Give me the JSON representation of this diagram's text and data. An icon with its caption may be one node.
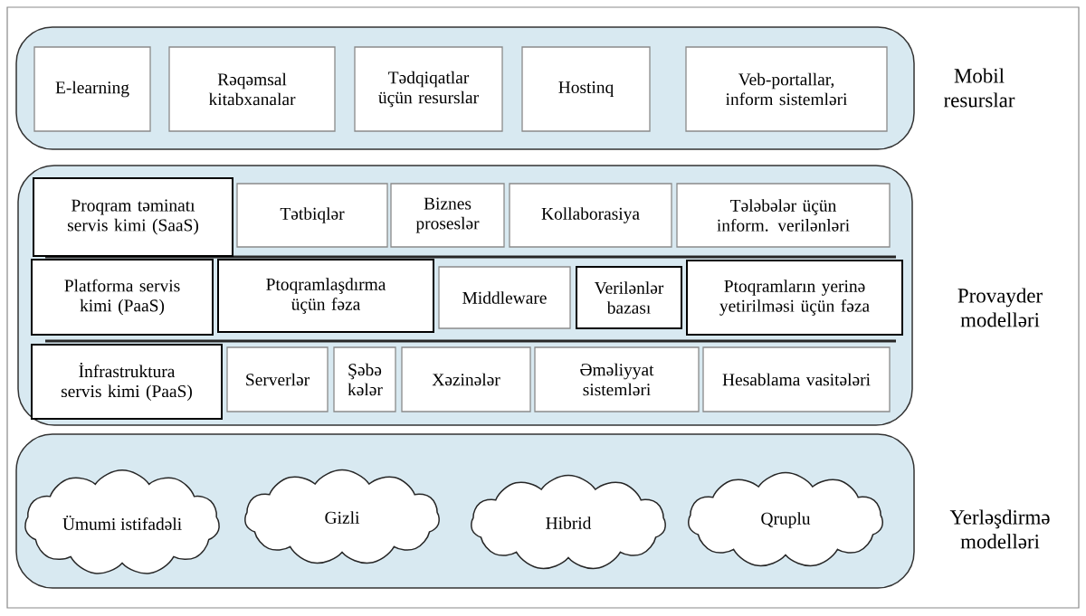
{
  "diagram": {
    "nodes": [
      {
        "text": [
          "Mobil resurslar"
        ]
      },
      {
        "text": [
          "E-learning"
        ],
        "in": 0
      },
      {
        "text": [
          "Rəqəmsal kitabxanalar"
        ],
        "in": 0
      },
      {
        "text": [
          "Tədqiqatlar üçün resurslar"
        ],
        "in": 0
      },
      {
        "text": [
          "Hostinq"
        ],
        "in": 0
      },
      {
        "text": [
          "Veb-portallar, inform sistemləri"
        ],
        "in": 0
      },
      {
        "text": [
          "Provayder modelləri"
        ]
      },
      {
        "text": [
          "Proqram təminatı servis kimi (SaaS)"
        ],
        "in": 6
      },
      {
        "text": [
          "Tətbiqlər"
        ],
        "in": 6
      },
      {
        "text": [
          "Biznes proseslər"
        ],
        "in": 6
      },
      {
        "text": [
          "Kollaborasiya"
        ],
        "in": 6
      },
      {
        "text": [
          "Tələbələr üçün inform. verilənləri"
        ],
        "in": 6
      },
      {
        "text": [
          "Platforma servis kimi (PaaS)"
        ],
        "in": 6
      },
      {
        "text": [
          "Ptoqramlaşdırma üçün fəza"
        ],
        "in": 6
      },
      {
        "text": [
          "Middleware"
        ],
        "in": 6
      },
      {
        "text": [
          "Verilənlər bazası"
        ],
        "in": 6
      },
      {
        "text": [
          "Ptoqramların yerinə yetirilməsi üçün fəza"
        ],
        "in": 6
      },
      {
        "text": [
          "İnfrastruktura servis kimi (PaaS)"
        ],
        "in": 6
      },
      {
        "text": [
          "Serverlər"
        ],
        "in": 6
      },
      {
        "text": [
          "Şəbə kələr"
        ],
        "in": 6
      },
      {
        "text": [
          "Xəzinələr"
        ],
        "in": 6
      },
      {
        "text": [
          "Əməliyyat sistemləri"
        ],
        "in": 6
      },
      {
        "text": [
          "Hesablama vasitələri"
        ],
        "in": 6
      },
      {
        "text": [
          "Yerləşdirmə modelləri"
        ]
      },
      {
        "text": [
          "Ümumi istifadəli"
        ],
        "in": 23
      },
      {
        "text": [
          "Gizli"
        ],
        "in": 23
      },
      {
        "text": [
          "Hibrid"
        ],
        "in": 23
      },
      {
        "text": [
          "Qruplu"
        ],
        "in": 23
      }
    ]
  }
}
